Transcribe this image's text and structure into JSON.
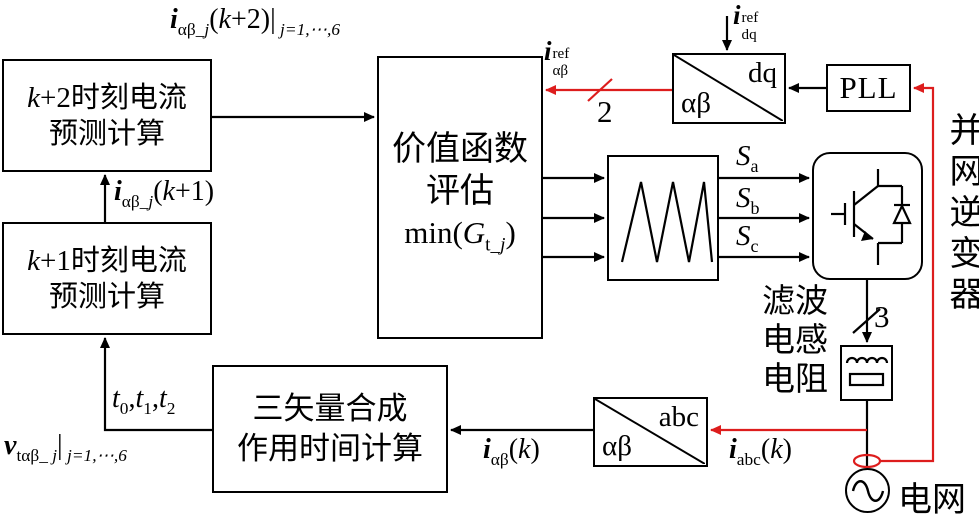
{
  "colors": {
    "accent_red": "#dd1d1d",
    "line_black": "#000000",
    "background": "#ffffff"
  },
  "boxes": {
    "k2_prediction": {
      "line1": [
        {
          "t": "k",
          "s": "i"
        },
        {
          "t": "+2时刻电流",
          "s": "n"
        }
      ],
      "line2": "预测计算"
    },
    "k1_prediction": {
      "line1": [
        {
          "t": "k",
          "s": "i"
        },
        {
          "t": "+1时刻电流",
          "s": "n"
        }
      ],
      "line2": "预测计算"
    },
    "cost_function": {
      "line1": "价值函数",
      "line2": "评估",
      "line3": [
        {
          "t": "min(",
          "s": "n"
        },
        {
          "t": "G",
          "s": "i"
        },
        {
          "t": "t_",
          "s": "sub"
        },
        {
          "t": "j",
          "s": "subi"
        },
        {
          "t": ")",
          "s": "n"
        }
      ]
    },
    "vector_synthesis": {
      "line1": "三矢量合成",
      "line2": "作用时间计算"
    },
    "pll": {
      "label": "PLL"
    },
    "dq_transform": {
      "top_label": "dq",
      "bottom_label": "αβ"
    },
    "abc_transform": {
      "top_label": "abc",
      "bottom_label": "αβ"
    },
    "grid": {
      "label": "电网"
    },
    "filter": {
      "line1": "滤波",
      "line2": "电感",
      "line3": "电阻"
    },
    "inverter_caption": "并网逆变器"
  },
  "labels": {
    "i_ab_j_k2": [
      {
        "t": "i",
        "s": "bi"
      },
      {
        "t": "αβ_",
        "s": "sub"
      },
      {
        "t": "j",
        "s": "subi"
      },
      {
        "t": "(",
        "s": "n"
      },
      {
        "t": "k",
        "s": "i"
      },
      {
        "t": "+2)|",
        "s": "n"
      },
      {
        "t": " j=1,⋯,6",
        "s": "subi"
      }
    ],
    "i_ab_j_k1": [
      {
        "t": "i",
        "s": "bi"
      },
      {
        "t": "αβ_",
        "s": "sub"
      },
      {
        "t": "j",
        "s": "subi"
      },
      {
        "t": "(",
        "s": "n"
      },
      {
        "t": "k",
        "s": "i"
      },
      {
        "t": "+1)",
        "s": "n"
      }
    ],
    "t_times": [
      {
        "t": "t",
        "s": "i"
      },
      {
        "t": "0",
        "s": "sub"
      },
      {
        "t": ",",
        "s": "n"
      },
      {
        "t": "t",
        "s": "i"
      },
      {
        "t": "1",
        "s": "sub"
      },
      {
        "t": ",",
        "s": "n"
      },
      {
        "t": "t",
        "s": "i"
      },
      {
        "t": "2",
        "s": "sub"
      }
    ],
    "v_t_ab": [
      {
        "t": "v",
        "s": "bi"
      },
      {
        "t": "tαβ_ ",
        "s": "sub"
      },
      {
        "t": "j",
        "s": "subi"
      },
      {
        "t": "|",
        "s": "n"
      },
      {
        "t": " j=1,⋯,6",
        "s": "subi"
      }
    ],
    "i_ab_ref": [
      {
        "t": "i",
        "s": "bi"
      },
      {
        "stack": {
          "sup": "ref",
          "sub": "αβ"
        }
      }
    ],
    "i_dq_ref": [
      {
        "t": "i",
        "s": "bi"
      },
      {
        "stack": {
          "sup": "ref",
          "sub": "dq"
        }
      }
    ],
    "bus_width_2": "2",
    "bus_width_3": "3",
    "s_a": [
      {
        "t": "S",
        "s": "i"
      },
      {
        "t": "a",
        "s": "sub"
      }
    ],
    "s_b": [
      {
        "t": "S",
        "s": "i"
      },
      {
        "t": "b",
        "s": "sub"
      }
    ],
    "s_c": [
      {
        "t": "S",
        "s": "i"
      },
      {
        "t": "c",
        "s": "sub"
      }
    ],
    "i_ab_k": [
      {
        "t": "i",
        "s": "bi"
      },
      {
        "t": "αβ",
        "s": "sub"
      },
      {
        "t": "(",
        "s": "n"
      },
      {
        "t": "k",
        "s": "i"
      },
      {
        "t": ")",
        "s": "n"
      }
    ],
    "i_abc_k": [
      {
        "t": "i",
        "s": "bi"
      },
      {
        "t": "abc",
        "s": "sub"
      },
      {
        "t": "(",
        "s": "n"
      },
      {
        "t": "k",
        "s": "i"
      },
      {
        "t": ")",
        "s": "n"
      }
    ]
  }
}
